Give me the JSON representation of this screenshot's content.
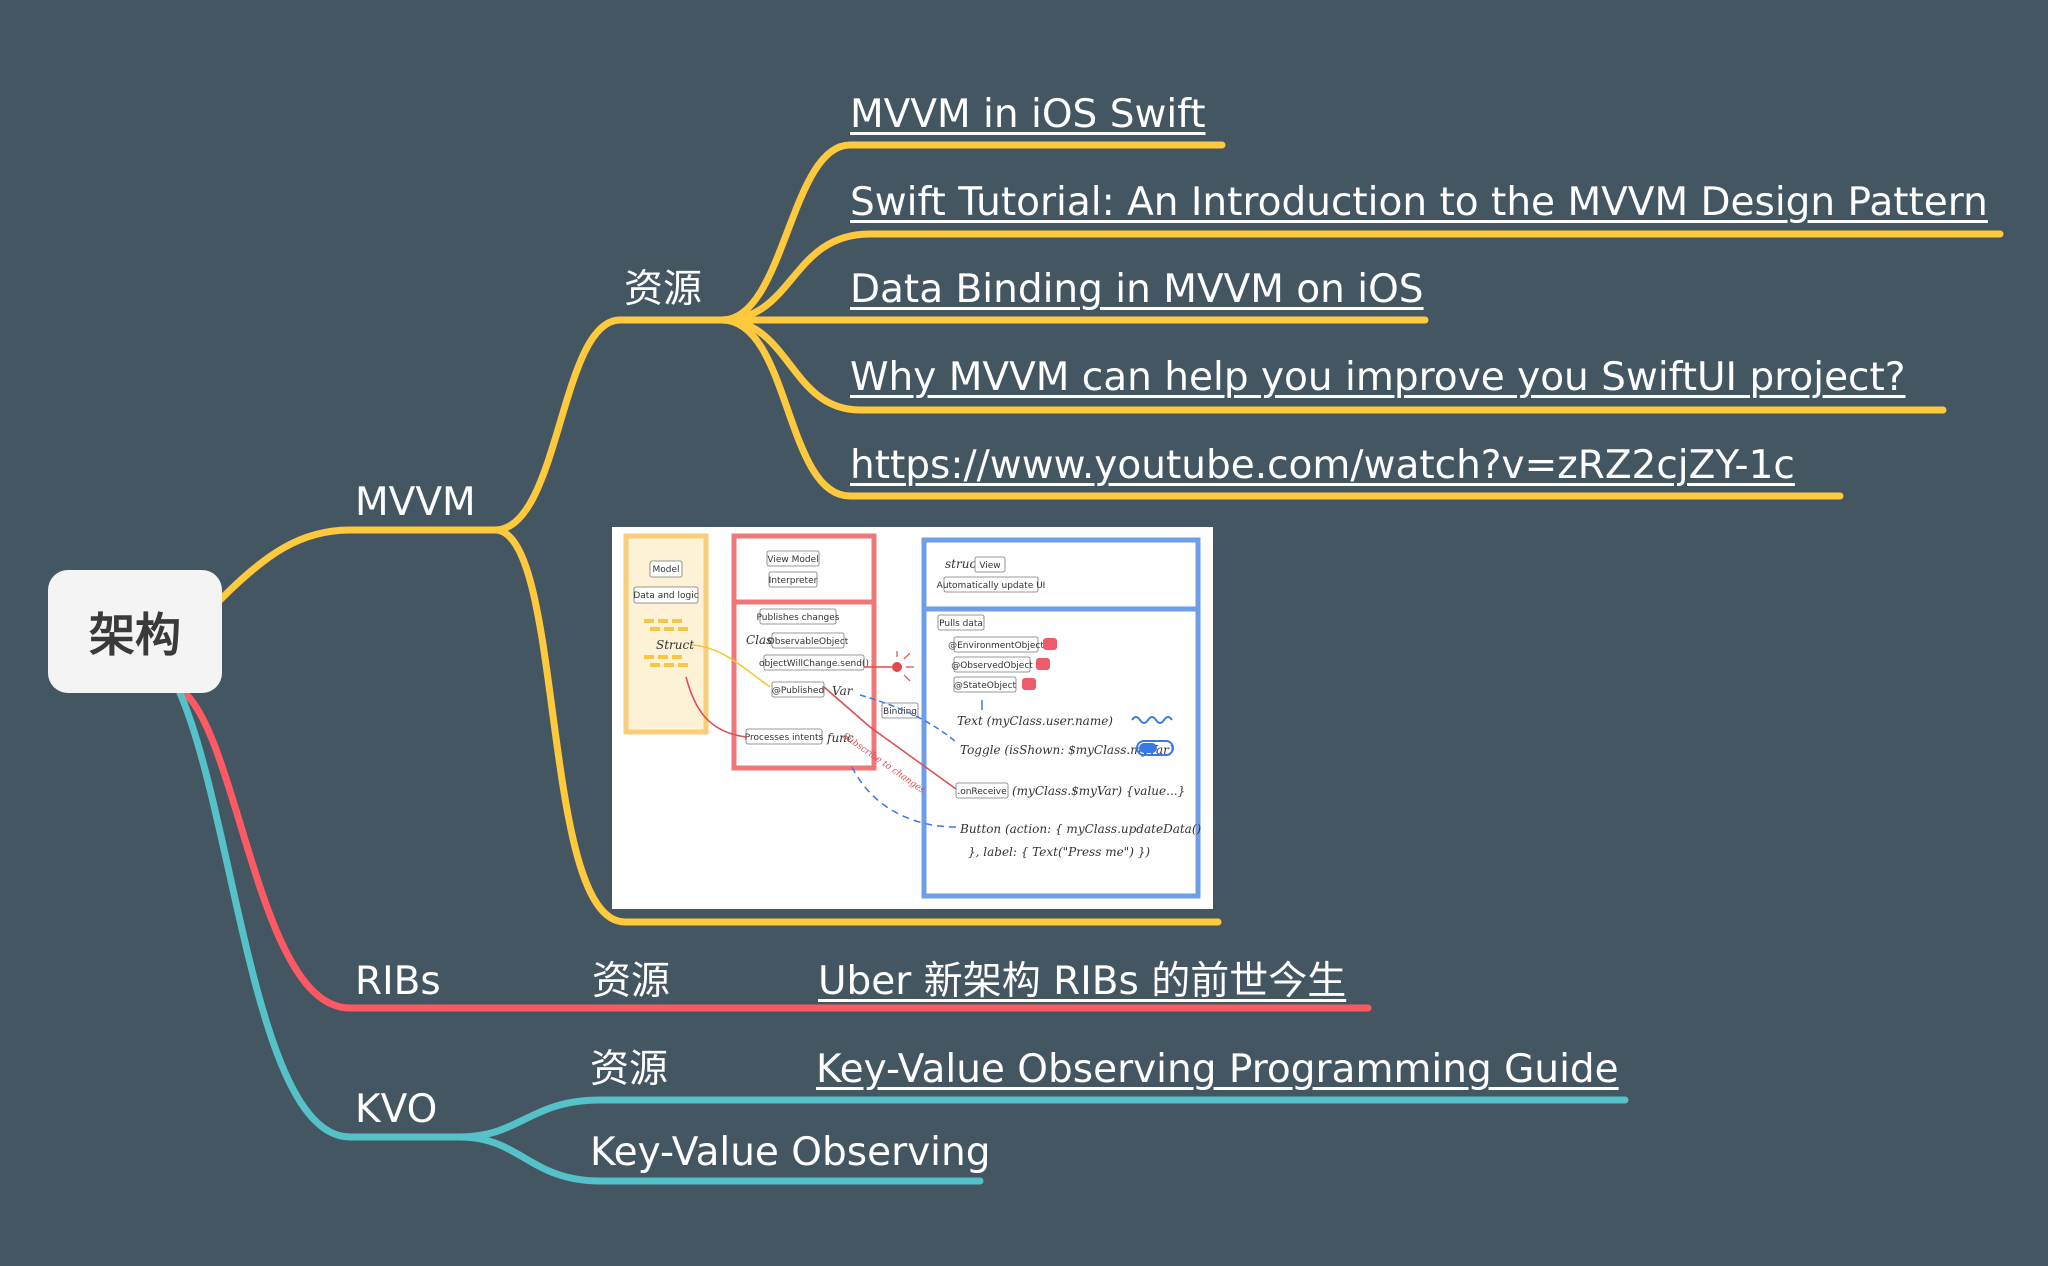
{
  "root": {
    "label": "架构"
  },
  "colors": {
    "mvvm": "#ffc93d",
    "ribs": "#ff5a64",
    "kvo": "#55c1c8",
    "background": "#445661"
  },
  "mvvm": {
    "label": "MVVM",
    "resources_label": "资源",
    "links": [
      "MVVM in iOS Swift",
      "Swift Tutorial: An Introduction to the MVVM Design Pattern",
      "Data Binding in MVVM on iOS",
      "Why MVVM can help you improve you SwiftUI project?",
      "https://www.youtube.com/watch?v=zRZ2cjZY-1c"
    ],
    "diagram": {
      "model": "Model",
      "data_logic": "Data and logic",
      "struct": "Struct",
      "view_model": "View Model",
      "interpreter": "Interpreter",
      "publishes": "Publishes changes",
      "class": "Class",
      "observable": "ObservableObject",
      "will_change": "objectWillChange.send()",
      "published": "@Published",
      "var": "Var",
      "processes": "Processes intents",
      "func": "func",
      "binding": "Binding",
      "subscribe": "Subscribe to changes",
      "struct2": "struct",
      "view": "View",
      "auto_update": "Automatically update UI",
      "pulls": "Pulls data",
      "env": "@EnvironmentObject",
      "observed": "@ObservedObject",
      "state": "@StateObject",
      "text": "Text (myClass.user.name)",
      "toggle": "Toggle (isShown: $myClass.myVar)",
      "on_receive": ".onReceive",
      "on_receive_args": "(myClass.$myVar) {value...}",
      "button": "Button (action: { myClass.updateData()",
      "button2": "}, label: { Text(\"Press me\") })"
    }
  },
  "ribs": {
    "label": "RIBs",
    "resources_label": "资源",
    "link": "Uber 新架构 RIBs 的前世今生"
  },
  "kvo": {
    "label": "KVO",
    "resources_label": "资源",
    "link": "Key-Value Observing Programming Guide",
    "child": "Key-Value Observing"
  }
}
